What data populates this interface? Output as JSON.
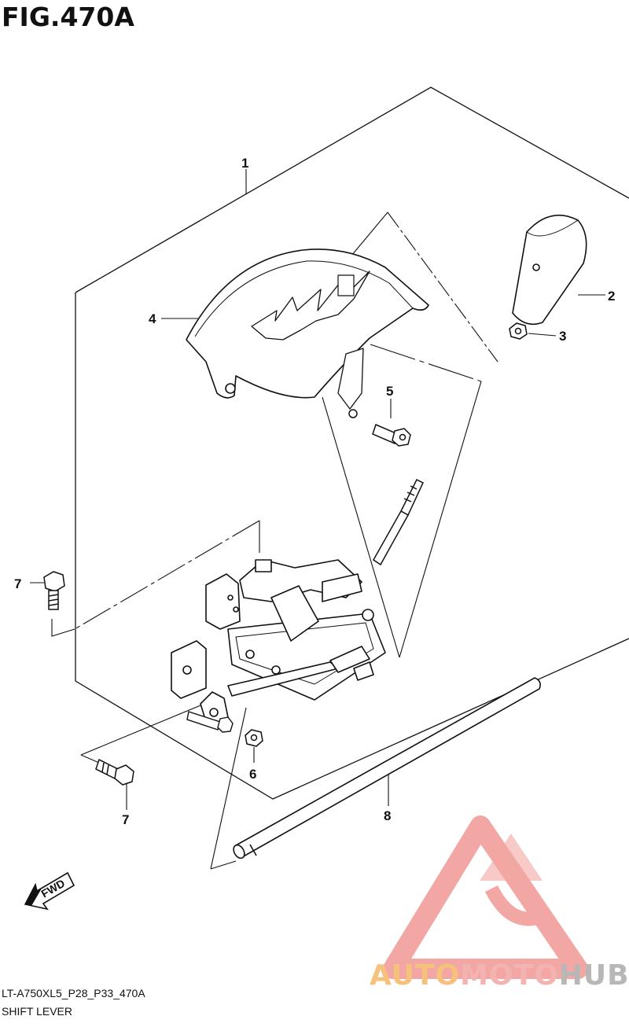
{
  "header": {
    "figure_title": "FIG.470A"
  },
  "footer": {
    "drawing_code": "LT-A750XL5_P28_P33_470A",
    "name": "SHIFT LEVER"
  },
  "callouts": [
    "1",
    "2",
    "3",
    "4",
    "5",
    "6",
    "7",
    "7",
    "8"
  ],
  "fwd_label": "FWD",
  "watermark": {
    "part1": "AUTO",
    "part2": "MOTO",
    "part3": "HUB"
  },
  "colors": {
    "line": "#111111",
    "watermark_red": "#ef8a86",
    "watermark_orange": "#f6c27b",
    "watermark_gray": "#b9b6b6"
  }
}
